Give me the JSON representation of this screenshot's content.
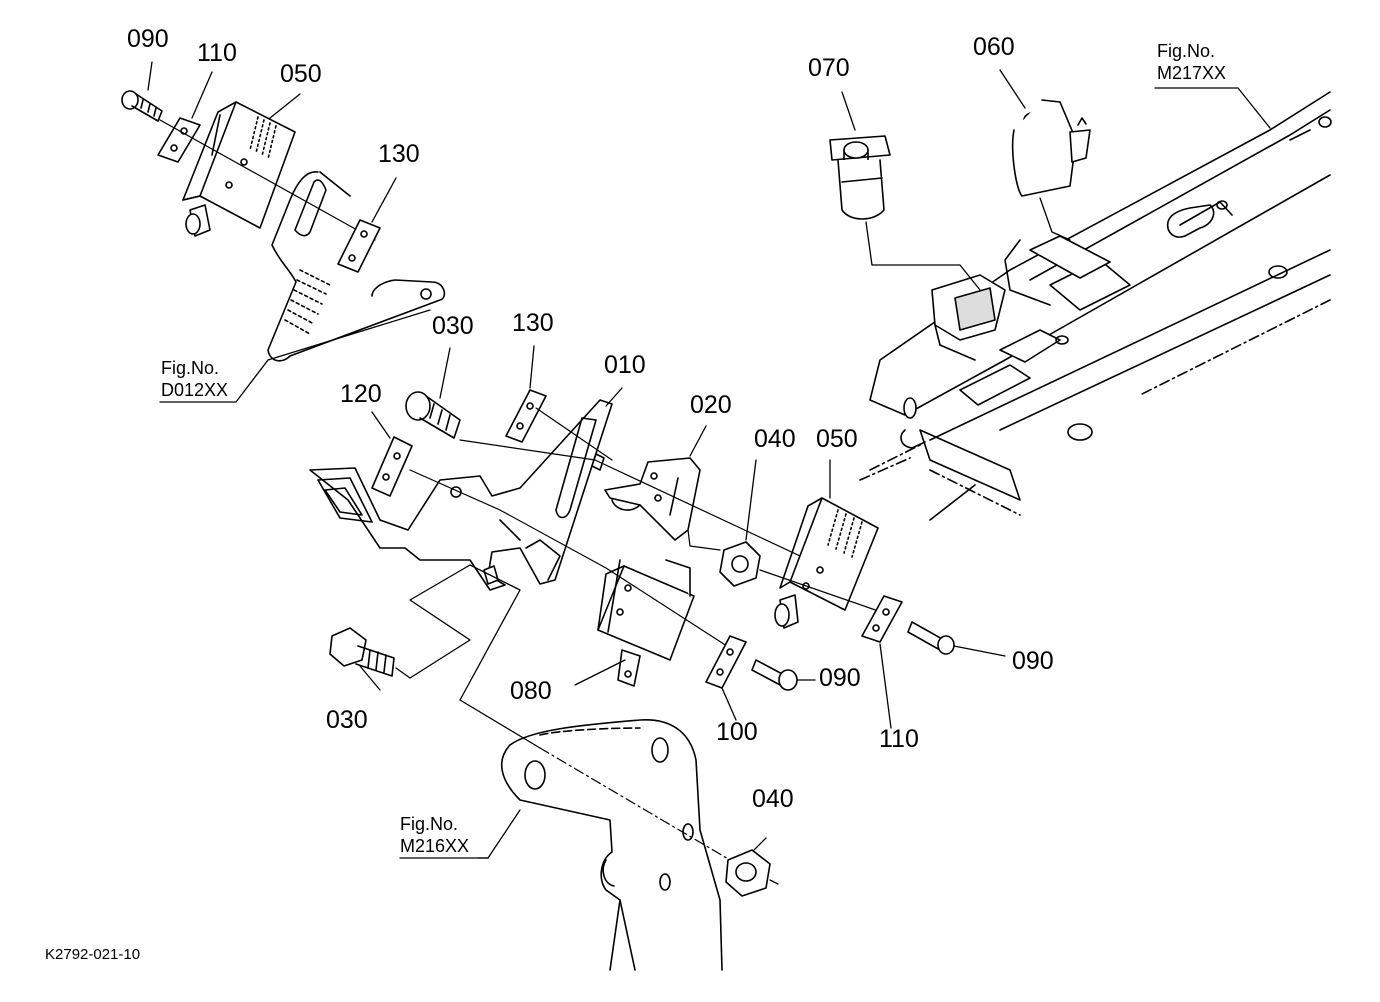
{
  "drawing_code": "K2792-021-10",
  "figure_refs": {
    "d012": {
      "line1": "Fig.No.",
      "line2": "D012XX"
    },
    "m217": {
      "line1": "Fig.No.",
      "line2": "M217XX"
    },
    "m216": {
      "line1": "Fig.No.",
      "line2": "M216XX"
    }
  },
  "part_labels": {
    "p010": "010",
    "p020": "020",
    "p030_top": "030",
    "p030_bottom": "030",
    "p040_center": "040",
    "p040_bottom": "040",
    "p050_top": "050",
    "p050_center": "050",
    "p060": "060",
    "p070": "070",
    "p080": "080",
    "p090_top": "090",
    "p090_center": "090",
    "p090_right": "090",
    "p100": "100",
    "p110_top": "110",
    "p110_right": "110",
    "p120": "120",
    "p130_top": "130",
    "p130_center": "130"
  }
}
